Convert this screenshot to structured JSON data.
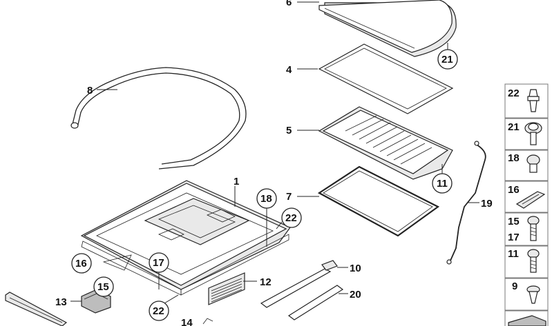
{
  "callouts": {
    "n1": "1",
    "n4": "4",
    "n5": "5",
    "n6": "6",
    "n7": "7",
    "n8": "8",
    "n10": "10",
    "n11": "11",
    "n12": "12",
    "n13": "13",
    "n14": "14",
    "n15": "15",
    "n16": "16",
    "n17": "17",
    "n18": "18",
    "n19": "19",
    "n20": "20",
    "n21": "21",
    "n22a": "22",
    "n22b": "22"
  },
  "side_panel": [
    {
      "label": "22"
    },
    {
      "label": "21"
    },
    {
      "label": "18"
    },
    {
      "label": "16"
    },
    {
      "label": "15",
      "label2": "17"
    },
    {
      "label": "11"
    },
    {
      "label": "9"
    }
  ],
  "colors": {
    "line": "#222222",
    "panel_border": "#777777",
    "grey_fill": "#e9e9e9",
    "dark_fill": "#bdbdbd"
  }
}
